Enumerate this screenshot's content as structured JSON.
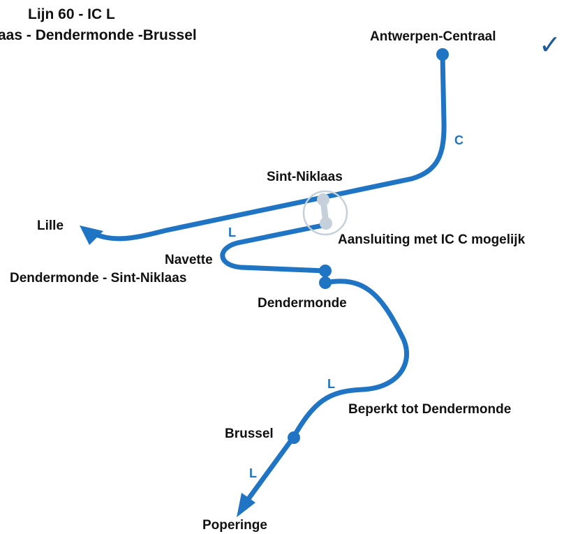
{
  "title": {
    "line1": "Lijn 60 - IC L",
    "line2": "aas - Dendermonde -Brussel"
  },
  "stations": {
    "antwerpen": "Antwerpen-Centraal",
    "sint_niklaas": "Sint-Niklaas",
    "lille": "Lille",
    "dendermonde": "Dendermonde",
    "brussel": "Brussel",
    "poperinge": "Poperinge"
  },
  "notes": {
    "connection": "Aansluiting met IC C mogelijk",
    "navette_1": "Navette",
    "navette_2": "Dendermonde - Sint-Niklaas",
    "limited": "Beperkt tot Dendermonde"
  },
  "segments": {
    "c": "C",
    "l1": "L",
    "l2": "L",
    "l3": "L"
  },
  "check_icon": "✓",
  "colors": {
    "line": "#1f74c4",
    "connection": "#c5d0da",
    "check": "#1f5a99",
    "text": "#111111"
  }
}
